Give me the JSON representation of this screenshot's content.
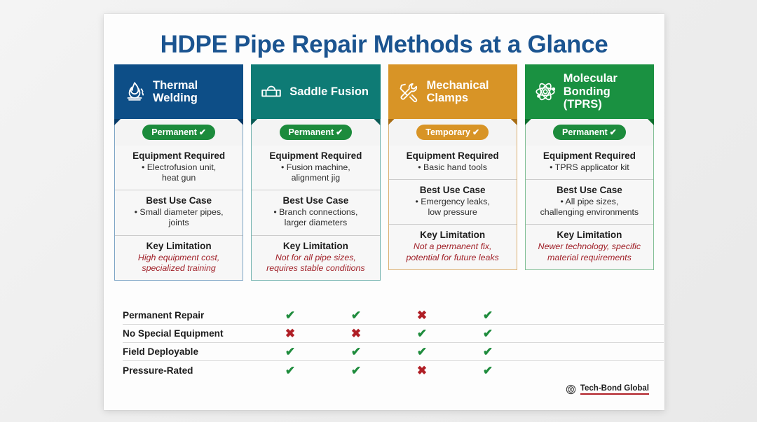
{
  "page": {
    "title": "HDPE Pipe Repair Methods at a Glance"
  },
  "labels": {
    "equipment_heading": "Equipment Required",
    "bestuse_heading": "Best Use Case",
    "limitation_heading": "Key Limitation",
    "check_glyph": "✔",
    "cross_glyph": "✖",
    "badge_tick": "✔"
  },
  "colors": {
    "thermal": "#0d4e87",
    "saddle": "#0e7b75",
    "mechanical": "#d89426",
    "molecular": "#1a9141",
    "permanent_badge": "#1c8b3c",
    "temporary_badge": "#d89426",
    "title": "#1b5490",
    "limitation_text": "#a02028",
    "yes": "#1f8c3d",
    "no": "#b01f26"
  },
  "columns": [
    {
      "id": "thermal-welding",
      "name": "Thermal Welding",
      "icon": "flame-icon",
      "accent": "#0d4e87",
      "badge": {
        "label": "Permanent",
        "color": "#1c8b3c"
      },
      "equipment": "• Electrofusion unit,\nheat gun",
      "best_use": "• Small diameter pipes,\njoints",
      "limitation": "High equipment cost,\nspecialized training"
    },
    {
      "id": "saddle-fusion",
      "name": "Saddle Fusion",
      "icon": "pipe-saddle-icon",
      "accent": "#0e7b75",
      "badge": {
        "label": "Permanent",
        "color": "#1c8b3c"
      },
      "equipment": "• Fusion machine,\nalignment jig",
      "best_use": "• Branch connections,\nlarger diameters",
      "limitation": "Not for all pipe sizes,\nrequires stable conditions"
    },
    {
      "id": "mechanical-clamps",
      "name": "Mechanical Clamps",
      "icon": "tools-icon",
      "accent": "#d89426",
      "badge": {
        "label": "Temporary",
        "color": "#d89426"
      },
      "equipment": "• Basic hand tools",
      "best_use": "• Emergency leaks,\nlow pressure",
      "limitation": "Not a permanent fix,\npotential for future leaks"
    },
    {
      "id": "molecular-bonding-tprs",
      "name": "Molecular Bonding (TPRS)",
      "icon": "atom-icon",
      "accent": "#1a9141",
      "badge": {
        "label": "Permanent",
        "color": "#1c8b3c"
      },
      "equipment": "• TPRS applicator kit",
      "best_use": "• All pipe sizes,\nchallenging environments",
      "limitation": "Newer technology, specific\nmaterial requirements"
    }
  ],
  "matrix": {
    "rows": [
      {
        "label": "Permanent Repair",
        "values": [
          true,
          true,
          false,
          true
        ]
      },
      {
        "label": "No Special Equipment",
        "values": [
          false,
          false,
          true,
          true
        ]
      },
      {
        "label": "Field Deployable",
        "values": [
          true,
          true,
          true,
          true
        ]
      },
      {
        "label": "Pressure-Rated",
        "values": [
          true,
          true,
          false,
          true
        ]
      }
    ]
  },
  "brand": {
    "name": "Tech-Bond Global",
    "mark": "brand-logo-icon"
  }
}
